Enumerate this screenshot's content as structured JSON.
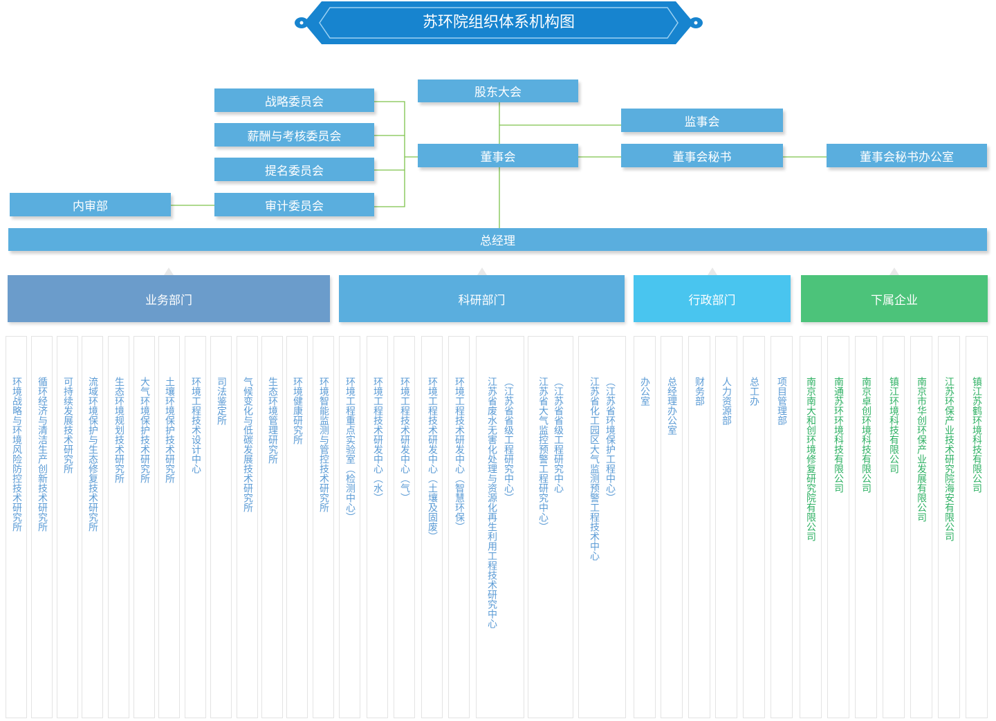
{
  "title": "苏环院组织体系机构图",
  "nodes": {
    "shareholders": "股东大会",
    "board": "董事会",
    "supervisors": "监事会",
    "secretary": "董事会秘书",
    "secretary_office": "董事会秘书办公室",
    "strategy": "战略委员会",
    "compensation": "薪酬与考核委员会",
    "nomination": "提名委员会",
    "audit_committee": "审计委员会",
    "internal_audit": "内审部",
    "gm": "总经理"
  },
  "categories": [
    {
      "label": "业务部门",
      "color": "#6b9ccb"
    },
    {
      "label": "科研部门",
      "color": "#5aaede"
    },
    {
      "label": "行政部门",
      "color": "#49c5ef"
    },
    {
      "label": "下属企业",
      "color": "#4cc37a"
    }
  ],
  "units": {
    "business": [
      "环境战略与环境风险防控技术研究所",
      "循环经济与清洁生产创新技术研究所",
      "可持续发展技术研究所",
      "流域环境保护与生态修复技术研究所",
      "生态环境规划技术研究所",
      "大气环境保护技术研究所",
      "土壤环境保护技术研究所",
      "环境工程技术设计中心",
      "司法鉴定所",
      "气候变化与低碳发展技术研究所",
      "生态环境管理研究所",
      "环境健康研究所",
      "环境智能监测与管控技术研究所"
    ],
    "research": [
      [
        "环境工程重点实验室（检测中心）"
      ],
      [
        "环境工程技术研发中心（水）"
      ],
      [
        "环境工程技术研发中心（气）"
      ],
      [
        "环境工程技术研发中心（土壤及固废）"
      ],
      [
        "环境工程技术研发中心（智慧环保）"
      ],
      [
        "江苏省废水无害化处理与资源化再生利用工程技术研究中心",
        "（江苏省省级工程研究中心）"
      ],
      [
        "江苏省大气监控预警工程研究中心）",
        "（江苏省省级工程研究中心"
      ],
      [
        "江苏省化工园区大气监测预警工程技术中心",
        "（江苏省环境保护工程中心）"
      ]
    ],
    "admin": [
      "办公室",
      "总经理办公室",
      "财务部",
      "人力资源部",
      "总工办",
      "项目管理部"
    ],
    "subsidiaries": [
      "南京南大和创环境修复研究院有限公司",
      "南通苏环环境科技有限公司",
      "南京卓创环境科技有限公司",
      "镇江环境科技有限公司",
      "南京市华创环保产业发展有限公司",
      "江苏环保产业技术研究院海安有限公司",
      "镇江苏鹤环境科技有限公司"
    ]
  },
  "colors": {
    "box": "#5aaede",
    "line_green": "#7dc24a",
    "unit_text": "#5b9bd5",
    "sub_text": "#2db062"
  }
}
